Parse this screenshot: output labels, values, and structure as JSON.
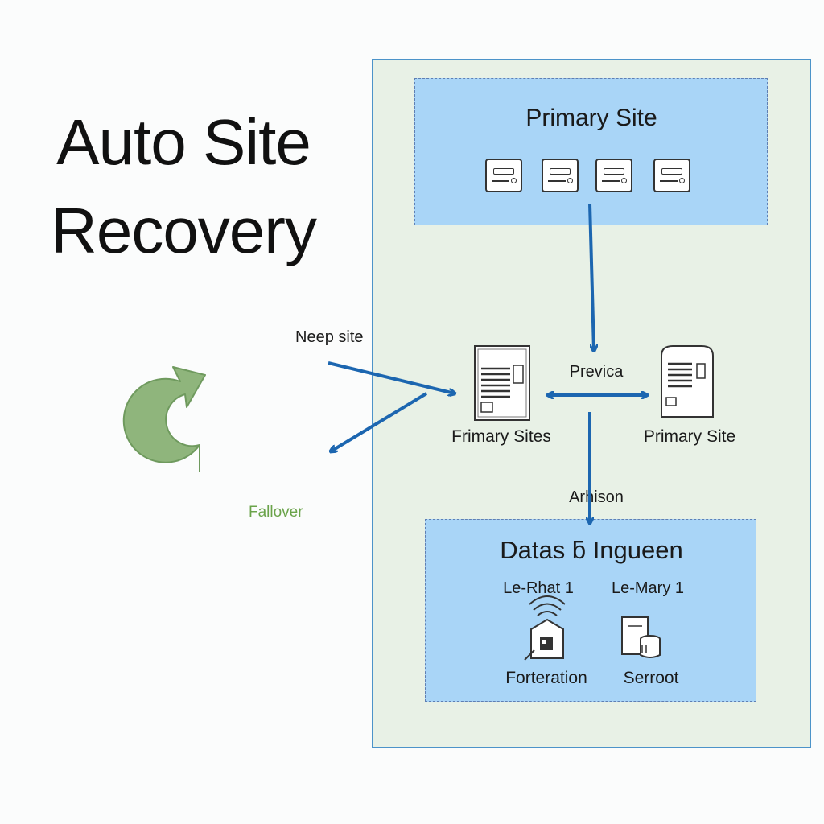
{
  "title": {
    "line1": "Auto Site",
    "line2": "Recovery"
  },
  "labels": {
    "neep_site": "Neep site",
    "fallover": "Fallover",
    "primary_site_top": "Primary Site",
    "primary_sites_left": "Frimary Sites",
    "primary_site_right": "Primary Site",
    "previca": "Previca",
    "arhison": "Arhison",
    "datas_ingueen": "Datas ƃ Ingueen",
    "le_rhat": "Le-Rhat 1",
    "le_mary": "Le-Mary 1",
    "forteration": "Forteration",
    "serroot": "Serroot"
  },
  "colors": {
    "arrow_blue": "#1c66b0",
    "curved_arrow_green": "#8fb57c",
    "panel_bg": "#e8f1e6",
    "zone_bg": "#a9d5f7",
    "fallover_text": "#6aa34a"
  }
}
